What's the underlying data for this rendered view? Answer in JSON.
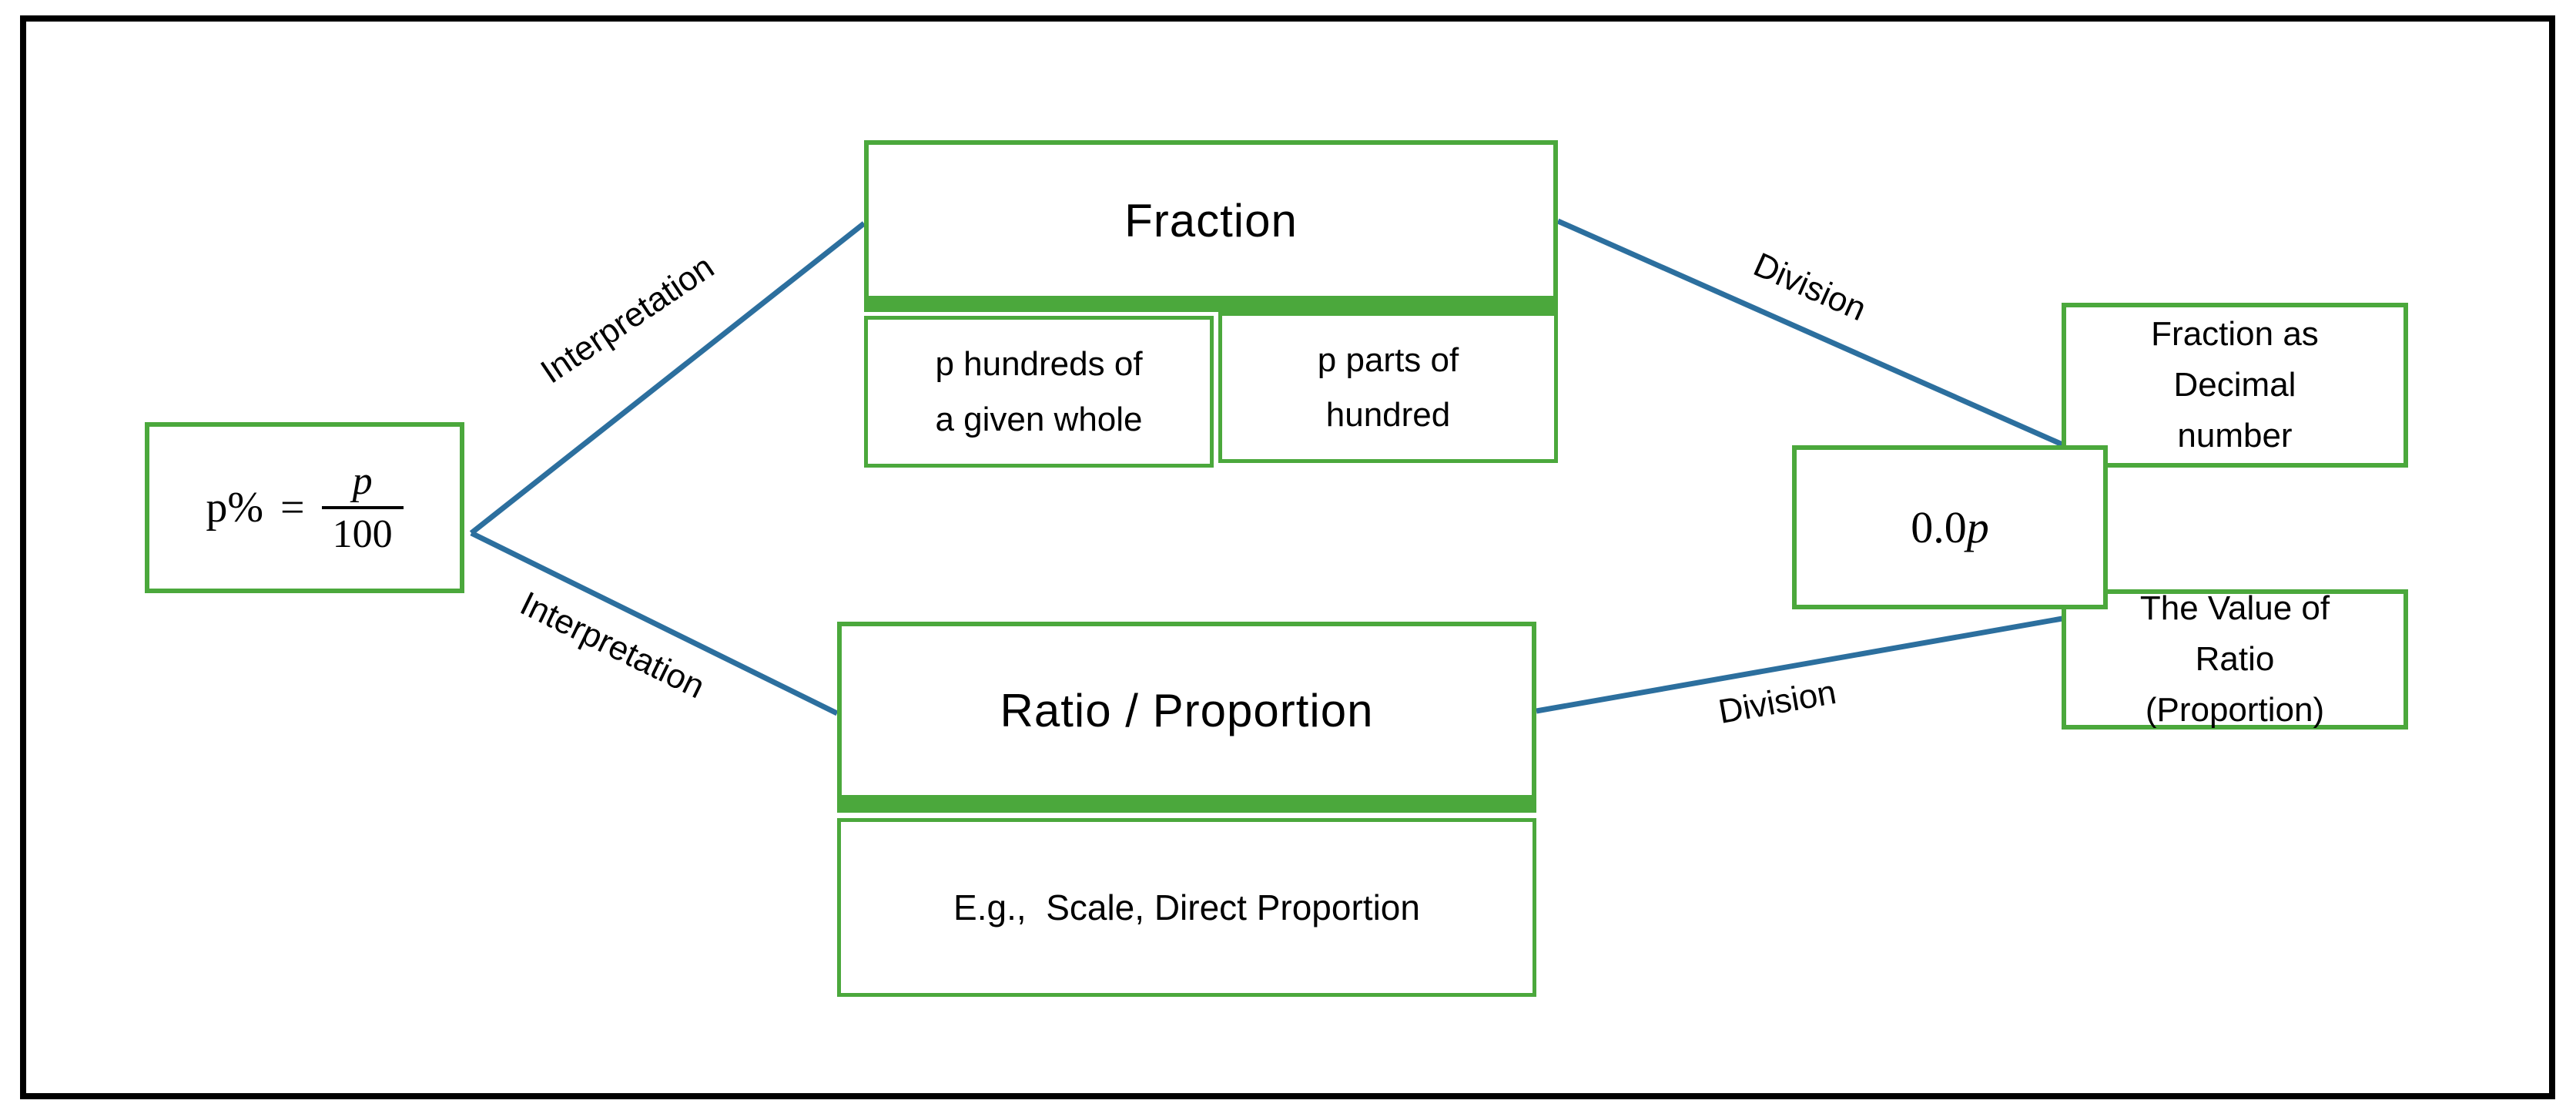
{
  "diagram": {
    "nodes": {
      "formula": {
        "lhs": "p%",
        "equals": "=",
        "numerator": "p",
        "denominator": "100"
      },
      "fraction": {
        "title": "Fraction",
        "sub_left_lines": [
          "p hundreds of",
          "a given whole"
        ],
        "sub_right_lines": [
          "p parts of",
          "hundred"
        ]
      },
      "ratio": {
        "title": "Ratio / Proportion",
        "example": "E.g.,  Scale, Direct Proportion"
      },
      "decimal_result": {
        "prefix": "0.0",
        "variable": "p"
      },
      "fraction_as_decimal_lines": [
        "Fraction as",
        "Decimal",
        "number"
      ],
      "value_of_ratio_lines": [
        "The Value of",
        "Ratio",
        "(Proportion)"
      ]
    },
    "edges": {
      "interpretation_top": "Interpretation",
      "interpretation_bottom": "Interpretation",
      "division_top": "Division",
      "division_bottom": "Division"
    },
    "colors": {
      "box_border": "#4BA83C",
      "connector": "#2C6F9E",
      "outer_border": "#000000",
      "text": "#000000",
      "background": "#FFFFFF"
    }
  }
}
